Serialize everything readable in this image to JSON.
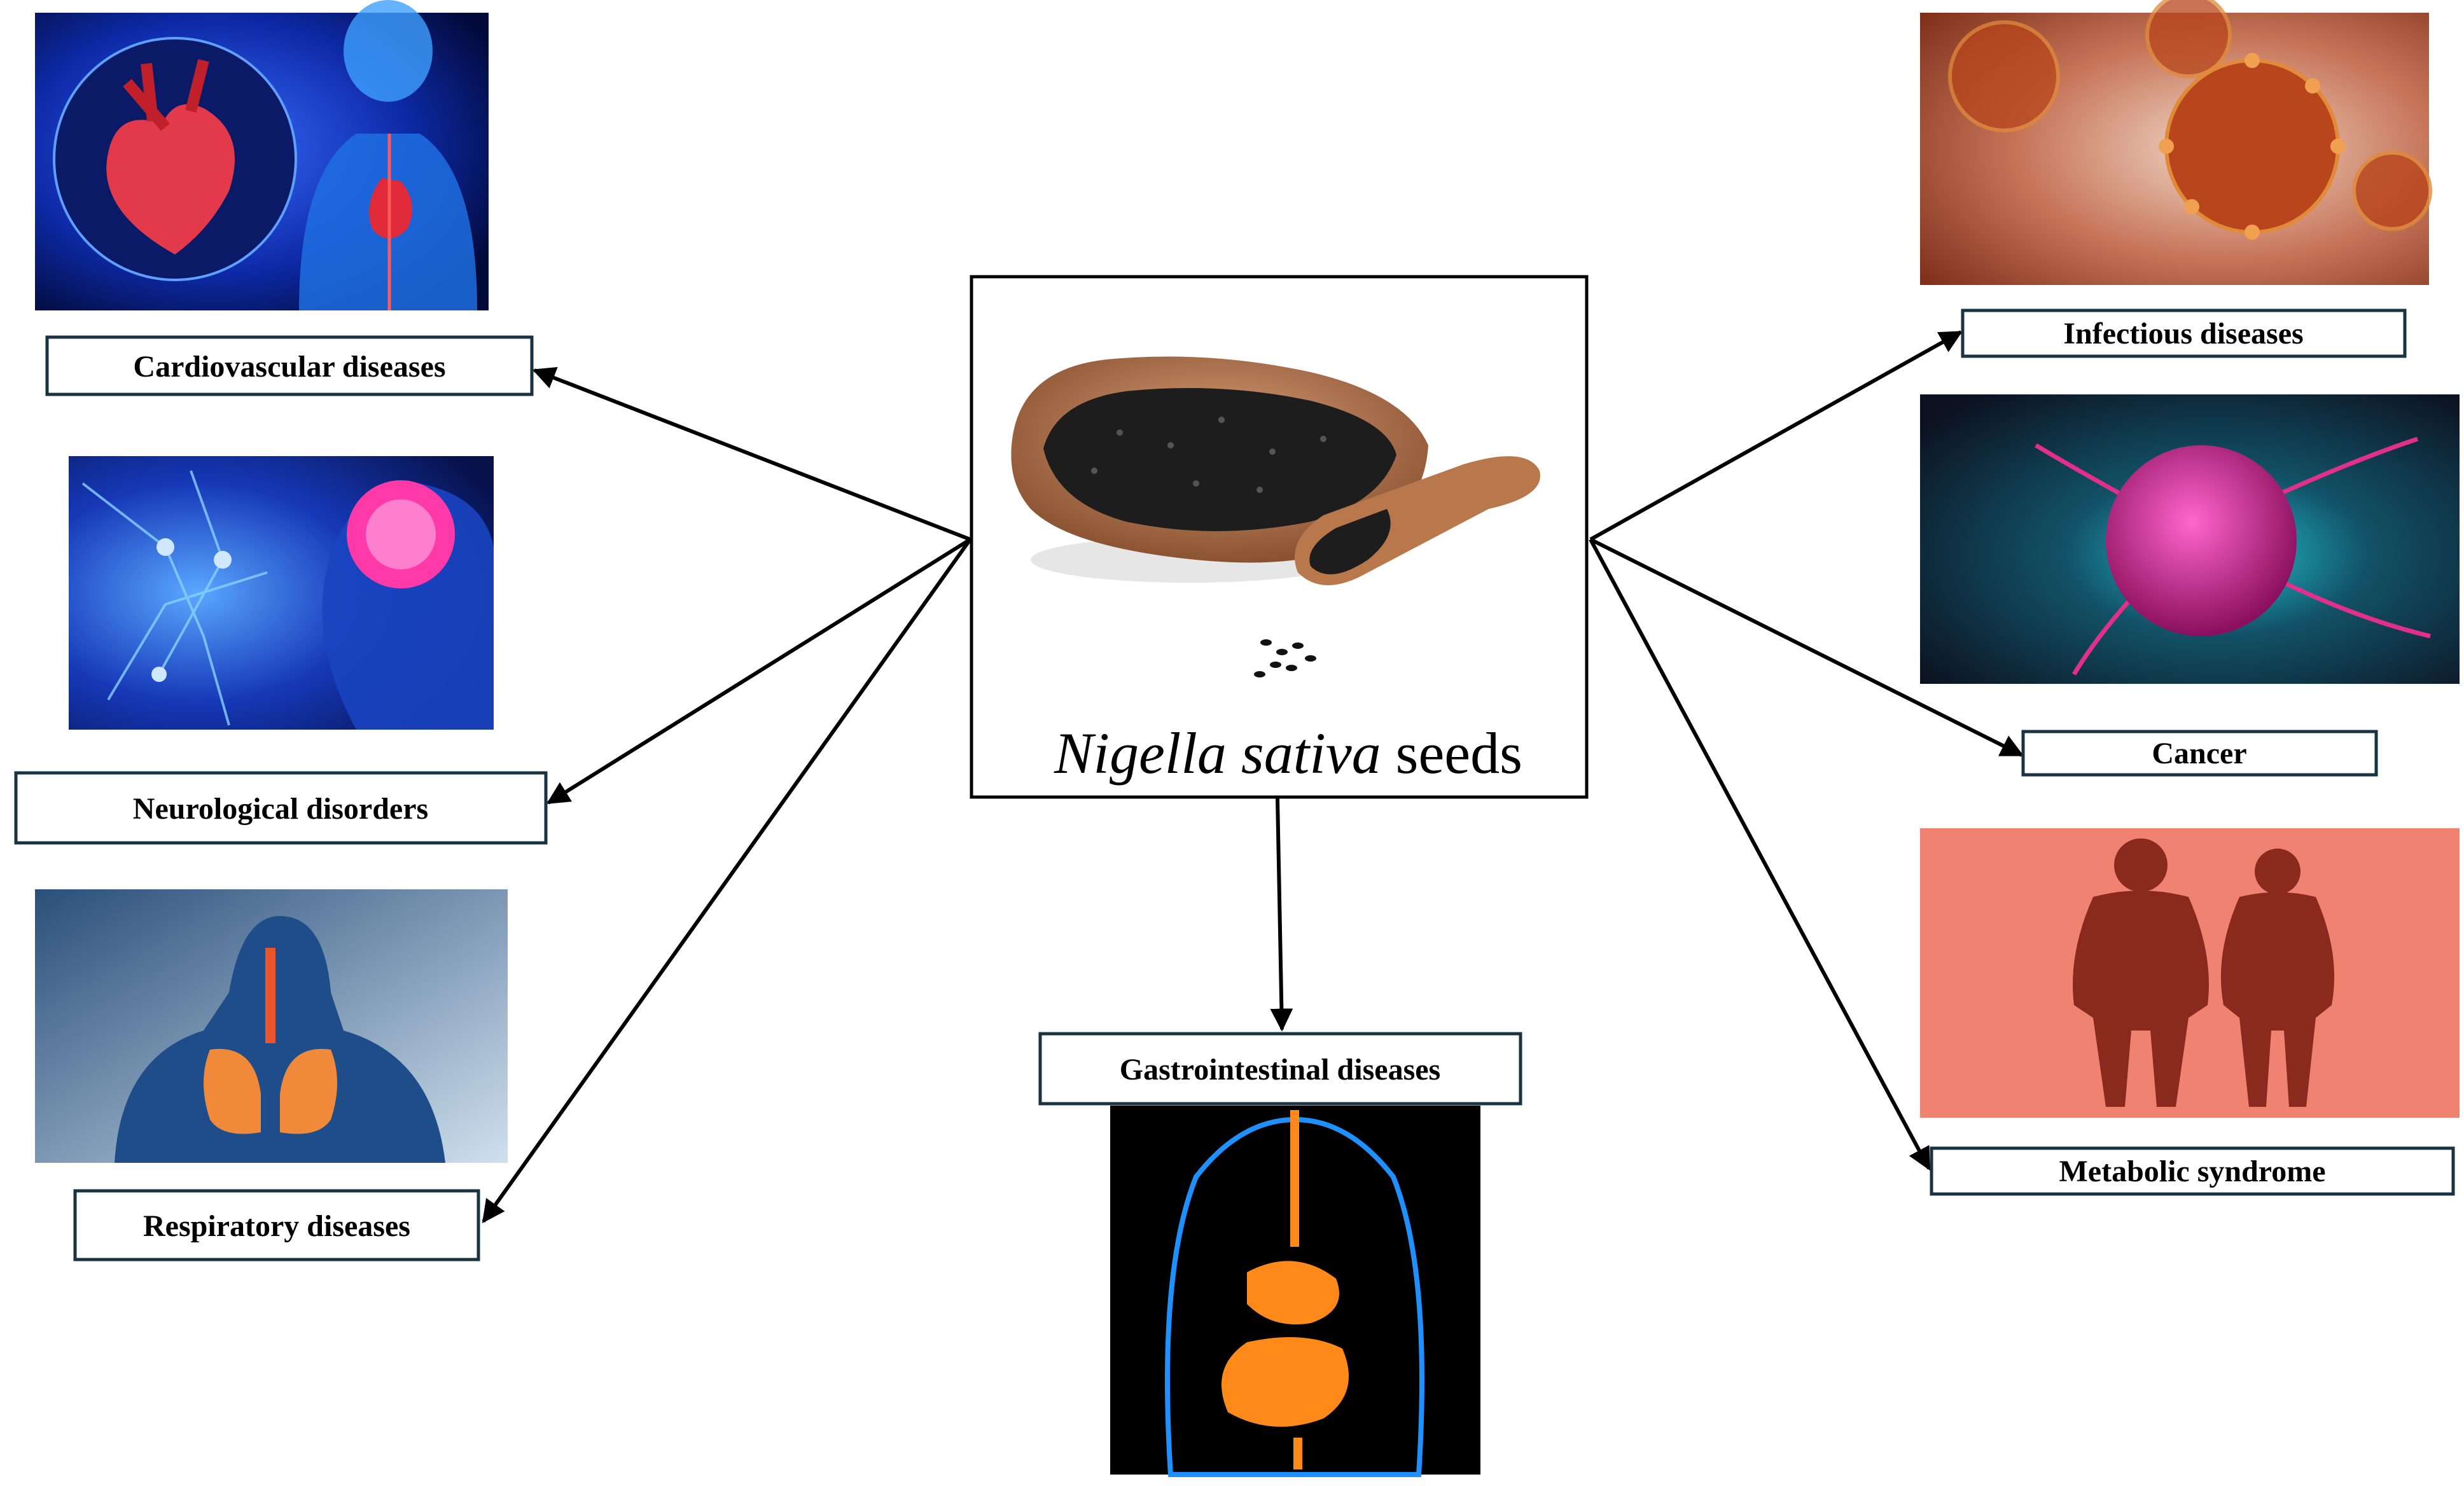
{
  "center": {
    "title_italic": "Nigella sativa",
    "title_plain": "seeds",
    "image_icon": "black-seed-bowl-with-scoop"
  },
  "nodes": [
    {
      "id": "cardiovascular",
      "label": "Cardiovascular diseases",
      "image_icon": "heart-anatomy"
    },
    {
      "id": "neurological",
      "label": "Neurological disorders",
      "image_icon": "brain-neurons"
    },
    {
      "id": "respiratory",
      "label": "Respiratory diseases",
      "image_icon": "lungs-anatomy"
    },
    {
      "id": "gastrointestinal",
      "label": "Gastrointestinal diseases",
      "image_icon": "digestive-system"
    },
    {
      "id": "infectious",
      "label": "Infectious diseases",
      "image_icon": "virus-particles"
    },
    {
      "id": "cancer",
      "label": "Cancer",
      "image_icon": "cancer-cell"
    },
    {
      "id": "metabolic",
      "label": "Metabolic syndrome",
      "image_icon": "obese-silhouettes"
    }
  ],
  "colors": {
    "box_border": "#1a3342",
    "arrow": "#000000",
    "label_text": "#000000"
  }
}
